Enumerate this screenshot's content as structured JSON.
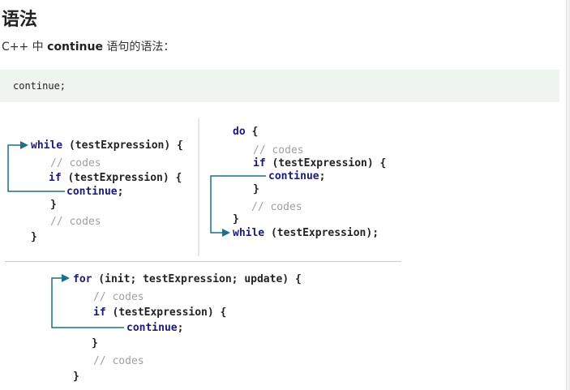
{
  "heading": "语法",
  "intro": {
    "prefix": "C++ 中 ",
    "keyword": "continue",
    "suffix": " 语句的语法："
  },
  "code_block": "continue;",
  "colors": {
    "keyword": "#1a1a7a",
    "comment": "#a0a0a0",
    "arrow": "#1e6f8a",
    "code_bg": "#eef4ee"
  },
  "while_diagram": {
    "kw_while": "while",
    "cond": " (testExpression) {",
    "comment1": "// codes",
    "kw_if": "if",
    "if_cond": " (testExpression) {",
    "kw_continue": "continue",
    "semicolon": ";",
    "close_inner": "}",
    "comment2": "// codes",
    "close_outer": "}"
  },
  "do_diagram": {
    "kw_do": "do",
    "brace": " {",
    "comment1": "// codes",
    "kw_if": "if",
    "if_cond": " (testExpression) {",
    "kw_continue": "continue",
    "semicolon": ";",
    "close_inner": "}",
    "comment2": "// codes",
    "close_outer": "}",
    "kw_while": "while",
    "while_cond": " (testExpression);"
  },
  "for_diagram": {
    "kw_for": "for",
    "cond": " (init; testExpression; update) {",
    "comment1": "// codes",
    "kw_if": "if",
    "if_cond": " (testExpression) {",
    "kw_continue": "continue",
    "semicolon": ";",
    "close_inner": "}",
    "comment2": "// codes",
    "close_outer": "}"
  }
}
